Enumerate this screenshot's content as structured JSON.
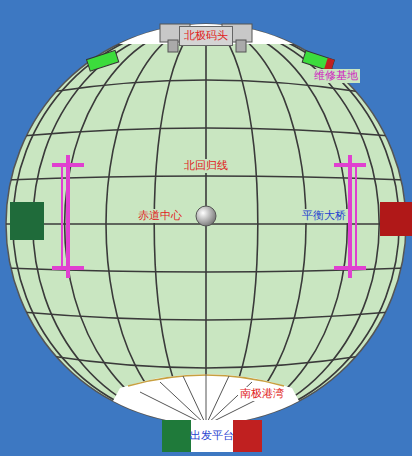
{
  "diagram": {
    "nodes": [
      {
        "text": [
          "北极码头"
        ]
      },
      {
        "text": [
          "出发平台"
        ]
      }
    ],
    "labels": [
      "维修基地",
      "北回归线",
      "赤道中心",
      "平衡大桥",
      "南极港湾"
    ]
  }
}
